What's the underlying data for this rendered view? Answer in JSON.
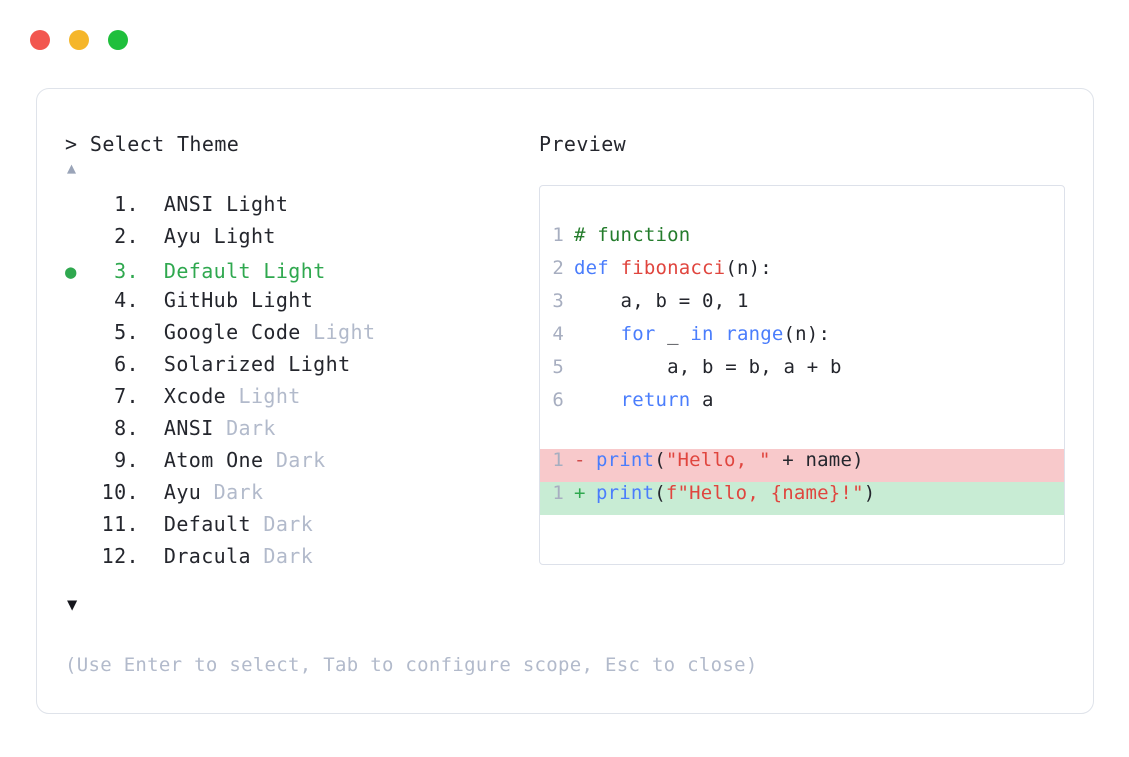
{
  "window": {
    "traffic_lights": [
      {
        "name": "close",
        "color": "#f2564f"
      },
      {
        "name": "minimize",
        "color": "#f5b62a"
      },
      {
        "name": "maximize",
        "color": "#1fbf3c"
      }
    ]
  },
  "left": {
    "prompt_caret": ">",
    "prompt_label": "Select Theme",
    "scroll_up": "▲",
    "scroll_down": "▼",
    "selected_bullet": "●",
    "selected_index": 3,
    "items": [
      {
        "index": "1.",
        "name": "ANSI",
        "variant": "Light",
        "variant_muted": false,
        "selected": false
      },
      {
        "index": "2.",
        "name": "Ayu",
        "variant": "Light",
        "variant_muted": false,
        "selected": false
      },
      {
        "index": "3.",
        "name": "Default",
        "variant": "Light",
        "variant_muted": false,
        "selected": true
      },
      {
        "index": "4.",
        "name": "GitHub",
        "variant": "Light",
        "variant_muted": false,
        "selected": false
      },
      {
        "index": "5.",
        "name": "Google Code",
        "variant": "Light",
        "variant_muted": true,
        "selected": false
      },
      {
        "index": "6.",
        "name": "Solarized",
        "variant": "Light",
        "variant_muted": false,
        "selected": false
      },
      {
        "index": "7.",
        "name": "Xcode",
        "variant": "Light",
        "variant_muted": true,
        "selected": false
      },
      {
        "index": "8.",
        "name": "ANSI",
        "variant": "Dark",
        "variant_muted": true,
        "selected": false
      },
      {
        "index": "9.",
        "name": "Atom One",
        "variant": "Dark",
        "variant_muted": true,
        "selected": false
      },
      {
        "index": "10.",
        "name": "Ayu",
        "variant": "Dark",
        "variant_muted": true,
        "selected": false
      },
      {
        "index": "11.",
        "name": "Default",
        "variant": "Dark",
        "variant_muted": true,
        "selected": false
      },
      {
        "index": "12.",
        "name": "Dracula",
        "variant": "Dark",
        "variant_muted": true,
        "selected": false
      }
    ],
    "hint": "(Use Enter to select, Tab to configure scope, Esc to close)"
  },
  "right": {
    "preview_label": "Preview",
    "code_lines": [
      {
        "ln": "1",
        "tokens": [
          {
            "t": "# function",
            "c": "comment"
          }
        ]
      },
      {
        "ln": "2",
        "tokens": [
          {
            "t": "def ",
            "c": "keyword"
          },
          {
            "t": "fibonacci",
            "c": "func"
          },
          {
            "t": "(n):",
            "c": "plain"
          }
        ]
      },
      {
        "ln": "3",
        "tokens": [
          {
            "t": "    a, b = 0, 1",
            "c": "plain"
          }
        ]
      },
      {
        "ln": "4",
        "tokens": [
          {
            "t": "    ",
            "c": "plain"
          },
          {
            "t": "for",
            "c": "keyword"
          },
          {
            "t": " _ ",
            "c": "plain"
          },
          {
            "t": "in",
            "c": "keyword"
          },
          {
            "t": " ",
            "c": "plain"
          },
          {
            "t": "range",
            "c": "builtin"
          },
          {
            "t": "(n):",
            "c": "plain"
          }
        ]
      },
      {
        "ln": "5",
        "tokens": [
          {
            "t": "        a, b = b, a + b",
            "c": "plain"
          }
        ]
      },
      {
        "ln": "6",
        "tokens": [
          {
            "t": "    ",
            "c": "plain"
          },
          {
            "t": "return",
            "c": "keyword"
          },
          {
            "t": " a",
            "c": "plain"
          }
        ]
      }
    ],
    "diff_lines": [
      {
        "ln": "1",
        "marker": "-",
        "kind": "del",
        "tokens": [
          {
            "t": "print",
            "c": "builtin"
          },
          {
            "t": "(",
            "c": "plain"
          },
          {
            "t": "\"Hello, \"",
            "c": "string"
          },
          {
            "t": " + name)",
            "c": "plain"
          }
        ]
      },
      {
        "ln": "1",
        "marker": "+",
        "kind": "add",
        "tokens": [
          {
            "t": "print",
            "c": "builtin"
          },
          {
            "t": "(",
            "c": "plain"
          },
          {
            "t": "f\"Hello, {name}!\"",
            "c": "string"
          },
          {
            "t": ")",
            "c": "plain"
          }
        ]
      }
    ]
  }
}
